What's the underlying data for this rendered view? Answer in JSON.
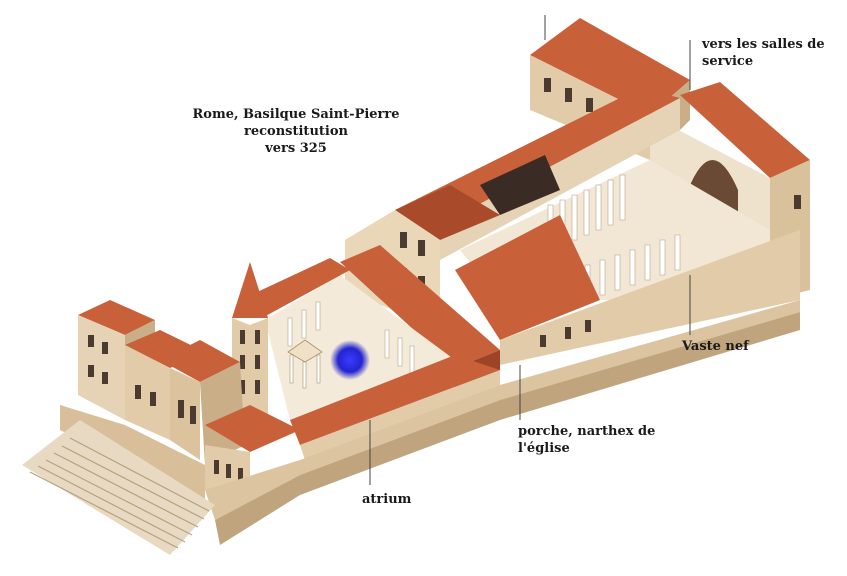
{
  "title": {
    "line1": "Rome, Basilque Saint-Pierre",
    "line2": "reconstitution",
    "line3": "vers 325"
  },
  "labels": {
    "service_line1": "vers les salles  de",
    "service_line2": "service",
    "nave": "Vaste nef",
    "porch_line1": "porche, narthex de",
    "porch_line2": "l'église",
    "atrium": "atrium"
  },
  "colors": {
    "roof": "#c8603a",
    "roof_shadow": "#9e4426",
    "wall": "#e6d2b4",
    "wall_shadow": "#cbb28e",
    "interior": "#f3e9d8",
    "marker": "#2a2ad8"
  }
}
